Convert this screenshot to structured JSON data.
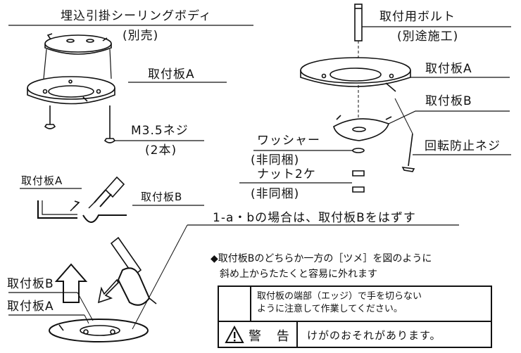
{
  "labels": {
    "ceiling_body": "埋込引掛シーリングボディ",
    "ceiling_body_note": "(別売)",
    "plate_a_top": "取付板A",
    "m35_screw": "M3.5ネジ",
    "m35_qty": "(2本)",
    "bolt": "取付用ボルト",
    "bolt_note": "(別途施工)",
    "plate_a_right": "取付板A",
    "plate_b_right": "取付板B",
    "washer": "ワッシャー",
    "washer_note": "(非同梱)",
    "anti_rotation_screw": "回転防止ネジ",
    "nut": "ナット2ケ",
    "nut_note": "(非同梱)",
    "plate_a_detail": "取付板A",
    "plate_b_detail": "取付板B",
    "case_heading": "1-a・bの場合は、取付板Bをはずす",
    "plate_b_bottom": "取付板B",
    "plate_a_bottom": "取付板A"
  },
  "instruction": {
    "bullet": "◆",
    "line1": "取付板Bのどちらか一方の［ツメ］を図のように",
    "line2": "斜め上からたたくと容易に外れます"
  },
  "warning_box": {
    "caution_icon": "exclamation-circle-icon",
    "caution_line1": "取付板の端部（エッジ）で手を切らない",
    "caution_line2": "ように注意して作業してください。",
    "warning_icon": "warning-triangle-icon",
    "warning_heading": "警 告",
    "warning_text": "けがのおそれがあります。"
  }
}
